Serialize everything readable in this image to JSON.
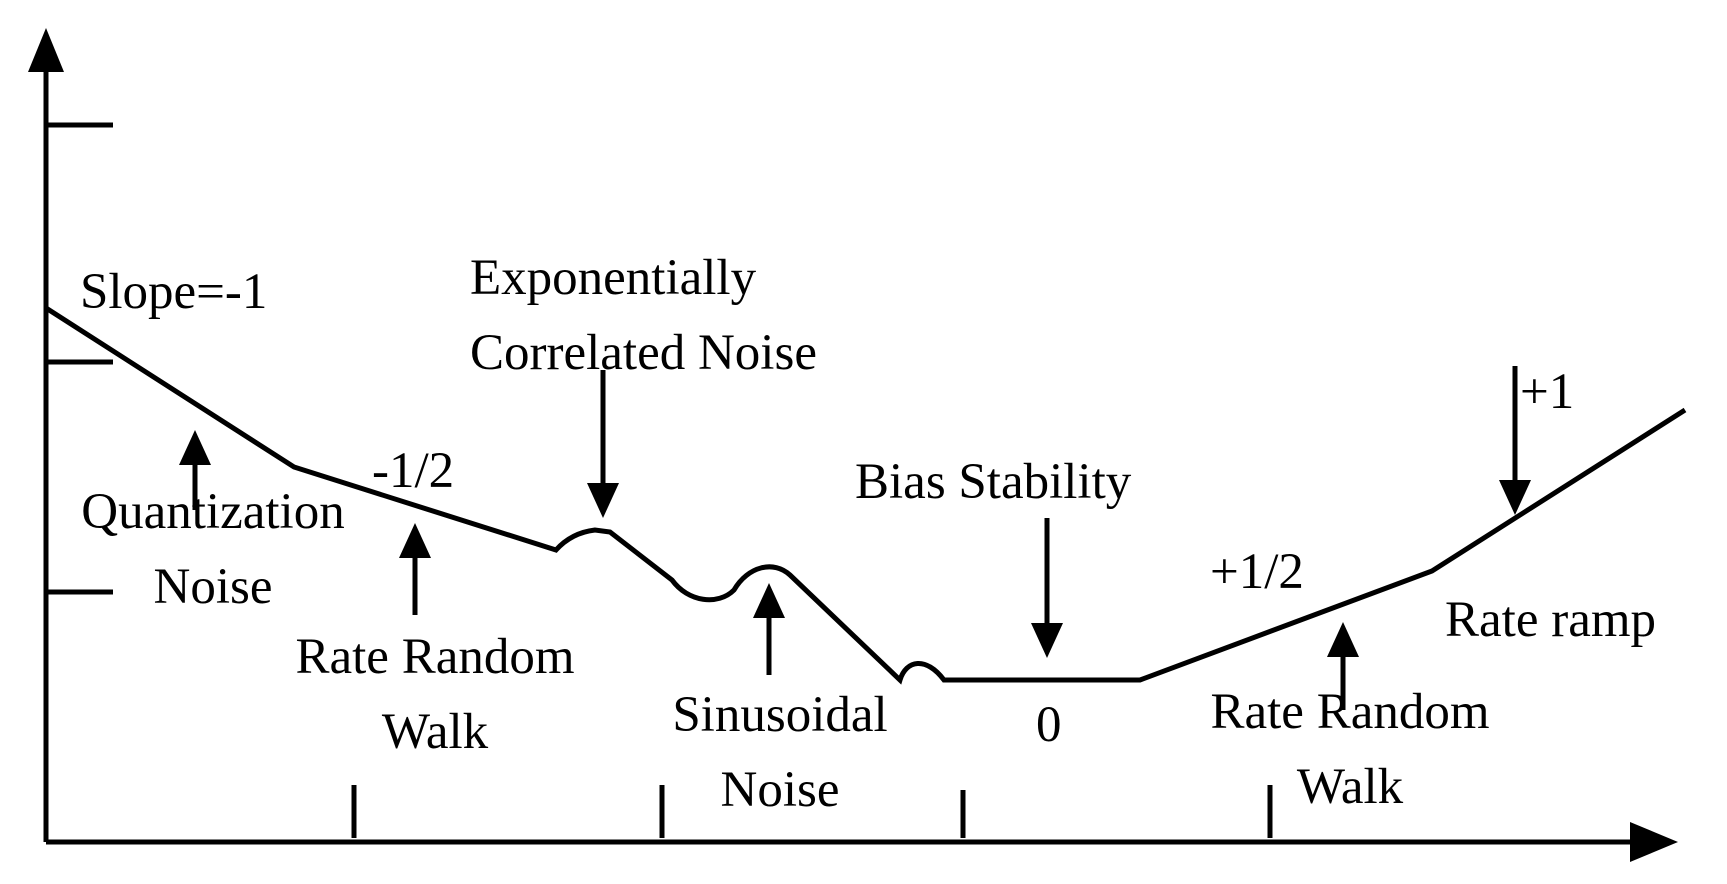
{
  "labels": {
    "slope_neg1": "Slope=-1",
    "quantization": [
      "Quantization",
      "Noise"
    ],
    "slope_neg_half": "-1/2",
    "rate_random_walk_left": [
      "Rate Random",
      "Walk"
    ],
    "exp_correlated": [
      "Exponentially",
      "Correlated Noise"
    ],
    "sinusoidal": [
      "Sinusoidal",
      "Noise"
    ],
    "bias_stability": "Bias Stability",
    "slope_zero": "0",
    "slope_pos_half": "+1/2",
    "rate_random_walk_right": [
      "Rate Random",
      "Walk"
    ],
    "slope_pos1": "+1",
    "rate_ramp": "Rate ramp"
  },
  "colors": {
    "stroke": "#000000",
    "background": "#ffffff"
  }
}
